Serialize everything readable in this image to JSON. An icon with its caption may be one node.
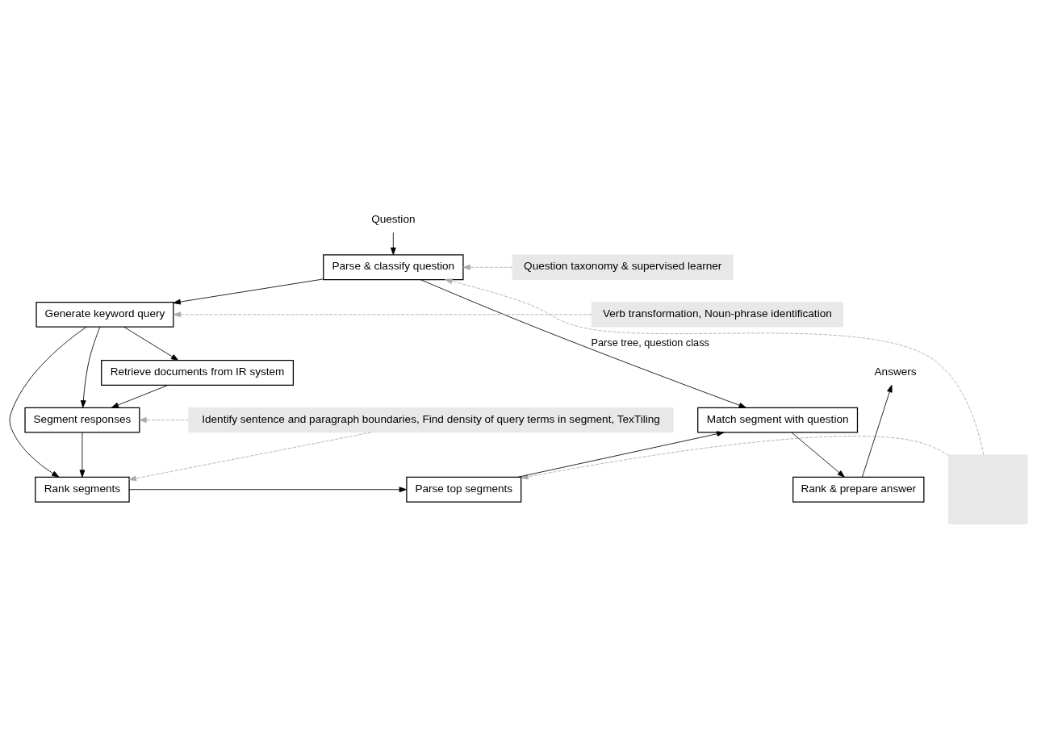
{
  "diagram": {
    "nodes": [
      {
        "text": [
          "Question"
        ]
      },
      {
        "text": [
          "Parse & classify question"
        ]
      },
      {
        "text": [
          "Question taxonomy & supervised learner"
        ]
      },
      {
        "text": [
          "Generate keyword query"
        ]
      },
      {
        "text": [
          "Verb transformation, Noun-phrase identification"
        ]
      },
      {
        "text": [
          "Answers"
        ]
      },
      {
        "text": [],
        "shape": "box"
      },
      {
        "text": [
          "Retrieve documents from IR system"
        ]
      },
      {
        "text": [
          "Rank & prepare answer"
        ]
      },
      {
        "text": [
          "Segment responses"
        ]
      },
      {
        "text": [
          "Match segment with question"
        ]
      },
      {
        "text": [
          "Identify sentence and paragraph boundaries, Find density of query terms in segment, TexTiling"
        ]
      },
      {
        "text": [
          "Rank segments"
        ]
      },
      {
        "text": [
          "Parse top segments"
        ]
      }
    ],
    "edges": [
      {
        "from": 0,
        "to": 1,
        "arrow": "to"
      },
      {
        "from": 1,
        "to": 3,
        "arrow": "to"
      },
      {
        "from": 3,
        "to": 7,
        "arrow": "to"
      },
      {
        "from": 7,
        "to": 9,
        "arrow": "to"
      },
      {
        "from": 9,
        "to": 12,
        "arrow": "to"
      },
      {
        "from": 12,
        "to": 13,
        "arrow": "to"
      },
      {
        "from": 13,
        "to": 10,
        "arrow": "to"
      },
      {
        "from": 10,
        "to": 8,
        "arrow": "to"
      },
      {
        "from": 8,
        "to": 5,
        "arrow": "to"
      },
      {
        "from": 3,
        "to": 9,
        "arrow": "to"
      },
      {
        "from": 3,
        "to": 12,
        "arrow": "to"
      },
      {
        "from": 1,
        "to": 10,
        "arrow": "to",
        "label": "Parse tree, question class"
      },
      {
        "from": 2,
        "to": 1,
        "arrow": "to",
        "style": "dashed",
        "color": "#aaaaaa"
      },
      {
        "from": 4,
        "to": 3,
        "arrow": "to",
        "style": "dashed",
        "color": "#aaaaaa"
      },
      {
        "from": 6,
        "to": 1,
        "arrow": "to",
        "style": "dashed",
        "color": "#aaaaaa"
      },
      {
        "from": 6,
        "to": 13,
        "arrow": "to",
        "style": "dashed",
        "color": "#aaaaaa"
      },
      {
        "from": 11,
        "to": 9,
        "arrow": "to",
        "style": "dashed",
        "color": "#aaaaaa"
      },
      {
        "from": 11,
        "to": 12,
        "arrow": "to",
        "style": "dashed",
        "color": "#aaaaaa"
      }
    ]
  }
}
